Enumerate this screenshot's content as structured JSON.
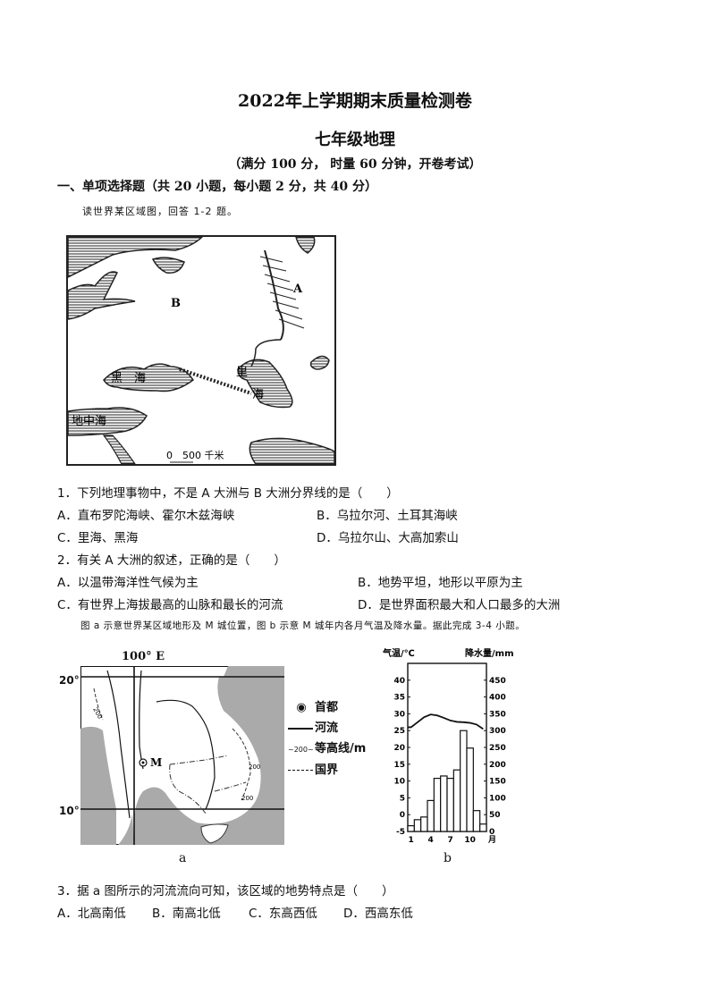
{
  "header": {
    "title": "2022年上学期期末质量检测卷",
    "subtitle": "七年级地理",
    "info": "（满分 100 分，    时量 60 分钟，开卷考试）"
  },
  "section1": {
    "heading": "一、单项选择题（共 20 小题，每小题 2 分，共 40 分）",
    "intro1": "读世界某区域图，回答 1-2 题。",
    "map1": {
      "labels": {
        "A": "A",
        "B": "B",
        "black_sea": "黑　海",
        "caspian_1": "里",
        "caspian_2": "海",
        "mediterranean": "地中海",
        "scale": "0　500 千米"
      }
    },
    "questions": [
      {
        "stem": "1．下列地理事物中，不是 A 大洲与 B 大洲分界线的是（　　）",
        "options": [
          "A．直布罗陀海峡、霍尔木兹海峡",
          "B．乌拉尔河、土耳其海峡",
          "C．里海、黑海",
          "D．乌拉尔山、大高加索山"
        ]
      },
      {
        "stem": "2．有关 A 大洲的叙述，正确的是（　　）",
        "options": [
          "A．以温带海洋性气候为主",
          "B．地势平坦，地形以平原为主",
          "C．有世界上海拔最高的山脉和最长的河流",
          "D．是世界面积最大和人口最多的大洲"
        ]
      }
    ],
    "intro2": "图 a 示意世界某区域地形及 M 城位置，图 b 示意 M 城年内各月气温及降水量。据此完成 3-4 小题。",
    "mapa": {
      "lon_label": "100° E",
      "lat_top": "20°",
      "lat_bottom": "10°",
      "city": "M",
      "contour_label": "200",
      "caption": "a"
    },
    "legend": [
      {
        "icon": "capital",
        "label": "首都"
      },
      {
        "icon": "river",
        "label": "河流"
      },
      {
        "icon": "contour",
        "prefix": "~200~",
        "label": "等高线/m"
      },
      {
        "icon": "border",
        "label": "国界"
      }
    ],
    "chart_caption": "b",
    "questions2": [
      {
        "stem": "3．据 a 图所示的河流流向可知，该区域的地势特点是（　　）",
        "options": [
          "A．北高南低",
          "B．南高北低",
          "C．东高西低",
          "D．西高东低"
        ]
      }
    ]
  },
  "chart_data": {
    "type": "bar",
    "title": "",
    "categories": [
      "1",
      "2",
      "3",
      "4",
      "5",
      "6",
      "7",
      "8",
      "9",
      "10",
      "11",
      "12"
    ],
    "x_tick_labels": [
      "1",
      "4",
      "7",
      "10"
    ],
    "xlabel": "月",
    "ylabel_left": "气温/℃",
    "ylabel_right": "降水量/mm",
    "ylim_left": [
      -5,
      45
    ],
    "ylim_right": [
      0,
      500
    ],
    "yticks_left": [
      -5,
      0,
      5,
      10,
      15,
      20,
      25,
      30,
      35,
      40
    ],
    "yticks_right": [
      0,
      50,
      100,
      150,
      200,
      250,
      300,
      350,
      400,
      450
    ],
    "series": [
      {
        "name": "降水量",
        "type": "bar",
        "axis": "right",
        "values": [
          17,
          35,
          43,
          92,
          158,
          165,
          158,
          183,
          300,
          248,
          62,
          22
        ]
      },
      {
        "name": "气温",
        "type": "line",
        "axis": "left",
        "values": [
          26,
          27.5,
          29,
          29.8,
          29.5,
          28.8,
          28,
          27.6,
          27.5,
          27.3,
          26.8,
          25.5
        ]
      }
    ],
    "grid": false,
    "legend": "none"
  }
}
